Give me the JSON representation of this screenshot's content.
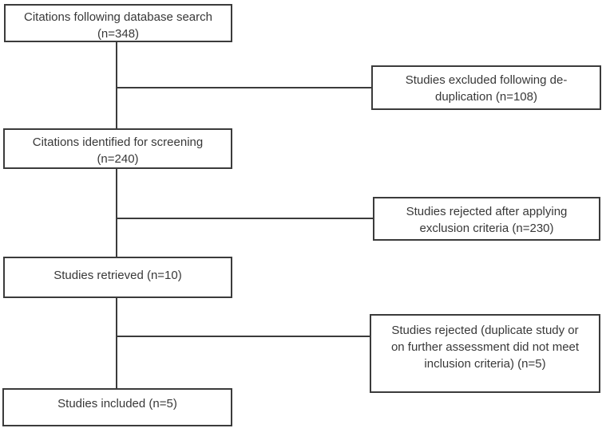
{
  "diagram": {
    "title_semantic": "Study selection flow diagram",
    "colors": {
      "background": "#ffffff",
      "border": "#3b3b3b",
      "line": "#3b3b3b",
      "text": "#383838"
    },
    "nodes": [
      {
        "id": "citations-database-search",
        "lines": [
          "Citations following database search",
          "(n=348)"
        ]
      },
      {
        "id": "studies-excluded-deduplication",
        "lines": [
          "Studies excluded following de-",
          "duplication (n=108)"
        ]
      },
      {
        "id": "citations-identified-screening",
        "lines": [
          "Citations identified for screening",
          "(n=240)"
        ]
      },
      {
        "id": "studies-rejected-exclusion",
        "lines": [
          "Studies rejected after applying",
          "exclusion criteria (n=230)"
        ]
      },
      {
        "id": "studies-retrieved",
        "lines": [
          "Studies retrieved (n=10)"
        ]
      },
      {
        "id": "studies-rejected-further",
        "lines": [
          "Studies rejected (duplicate study or",
          "on further assessment did not meet",
          "inclusion criteria) (n=5)"
        ]
      },
      {
        "id": "studies-included",
        "lines": [
          "Studies included (n=5)"
        ]
      }
    ]
  }
}
